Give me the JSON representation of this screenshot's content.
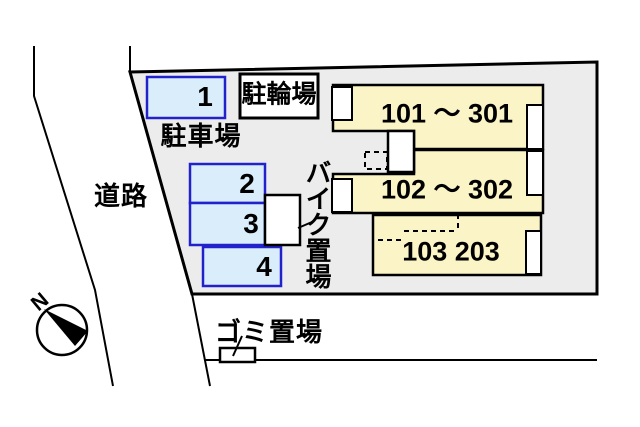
{
  "labels": {
    "road": "道路",
    "parking_lot": "駐車場",
    "bicycle_parking": "駐輪場",
    "bike_storage": "バイク置場",
    "garbage_area": "ゴミ置場",
    "compass_north": "N"
  },
  "parking_spaces": [
    {
      "number": "1"
    },
    {
      "number": "2"
    },
    {
      "number": "3"
    },
    {
      "number": "4"
    }
  ],
  "building_units": [
    {
      "label": "101 ～ 301"
    },
    {
      "label": "102 ～ 302"
    },
    {
      "label": "103 203"
    }
  ],
  "colors": {
    "lot_fill": "#ececec",
    "unit_fill": "#faf4c6",
    "parking_fill": "#d9eefa",
    "parking_border": "#2222cc",
    "outline": "#111111",
    "white": "#ffffff"
  }
}
